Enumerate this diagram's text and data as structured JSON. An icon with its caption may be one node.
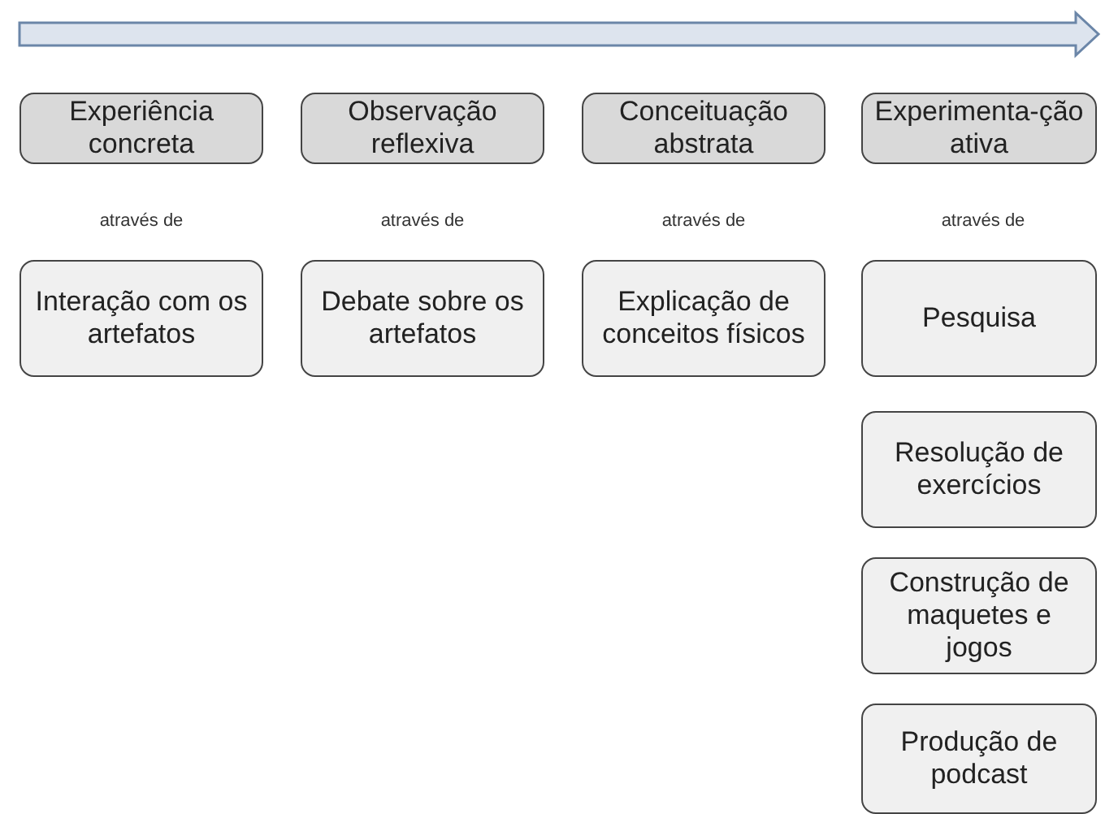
{
  "diagram": {
    "nodes": [
      {
        "text": [
          "Experiência concreta"
        ]
      },
      {
        "text": [
          "Observação reflexiva"
        ]
      },
      {
        "text": [
          "Conceituação abstrata"
        ]
      },
      {
        "text": [
          "Experimenta-ção ativa"
        ]
      },
      {
        "text": [
          "Interação com os artefatos"
        ]
      },
      {
        "text": [
          "Debate sobre os artefatos"
        ]
      },
      {
        "text": [
          "Explicação de conceitos físicos"
        ]
      },
      {
        "text": [
          "Pesquisa"
        ]
      },
      {
        "text": [
          "Resolução de exercícios"
        ]
      },
      {
        "text": [
          "Construção de maquetes e jogos"
        ]
      },
      {
        "text": [
          "Produção de podcast"
        ]
      }
    ],
    "edges": [],
    "labels": [
      "através de",
      "através de",
      "através de",
      "através de"
    ]
  }
}
